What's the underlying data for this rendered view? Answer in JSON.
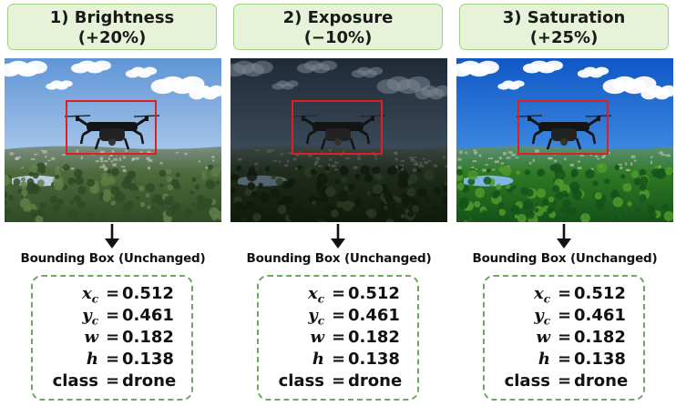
{
  "panels": [
    {
      "title": "1) Brightness",
      "subtitle": "(+20%)",
      "mode": "brightness",
      "bbox_title": "Bounding Box (Unchanged)",
      "rows": [
        {
          "var": "x",
          "sub": "c",
          "eq": "=",
          "val": "0.512"
        },
        {
          "var": "y",
          "sub": "c",
          "eq": "=",
          "val": "0.461"
        },
        {
          "var": "w",
          "sub": "",
          "eq": "=",
          "val": "0.182"
        },
        {
          "var": "h",
          "sub": "",
          "eq": "=",
          "val": "0.138"
        },
        {
          "var": "class",
          "sub": "",
          "eq": "=",
          "val": "drone"
        }
      ]
    },
    {
      "title": "2) Exposure",
      "subtitle": "(−10%)",
      "mode": "exposure",
      "bbox_title": "Bounding Box (Unchanged)",
      "rows": [
        {
          "var": "x",
          "sub": "c",
          "eq": "=",
          "val": "0.512"
        },
        {
          "var": "y",
          "sub": "c",
          "eq": "=",
          "val": "0.461"
        },
        {
          "var": "w",
          "sub": "",
          "eq": "=",
          "val": "0.182"
        },
        {
          "var": "h",
          "sub": "",
          "eq": "=",
          "val": "0.138"
        },
        {
          "var": "class",
          "sub": "",
          "eq": "=",
          "val": "drone"
        }
      ]
    },
    {
      "title": "3) Saturation",
      "subtitle": "(+25%)",
      "mode": "saturation",
      "bbox_title": "Bounding Box (Unchanged)",
      "rows": [
        {
          "var": "x",
          "sub": "c",
          "eq": "=",
          "val": "0.512"
        },
        {
          "var": "y",
          "sub": "c",
          "eq": "=",
          "val": "0.461"
        },
        {
          "var": "w",
          "sub": "",
          "eq": "=",
          "val": "0.182"
        },
        {
          "var": "h",
          "sub": "",
          "eq": "=",
          "val": "0.138"
        },
        {
          "var": "class",
          "sub": "",
          "eq": "=",
          "val": "drone"
        }
      ]
    }
  ],
  "colors": {
    "header_fill": "#e7f3d9",
    "header_border": "#9fcf7f",
    "bbox_outline": "#e02020",
    "panel_dash": "#6aa85a"
  }
}
